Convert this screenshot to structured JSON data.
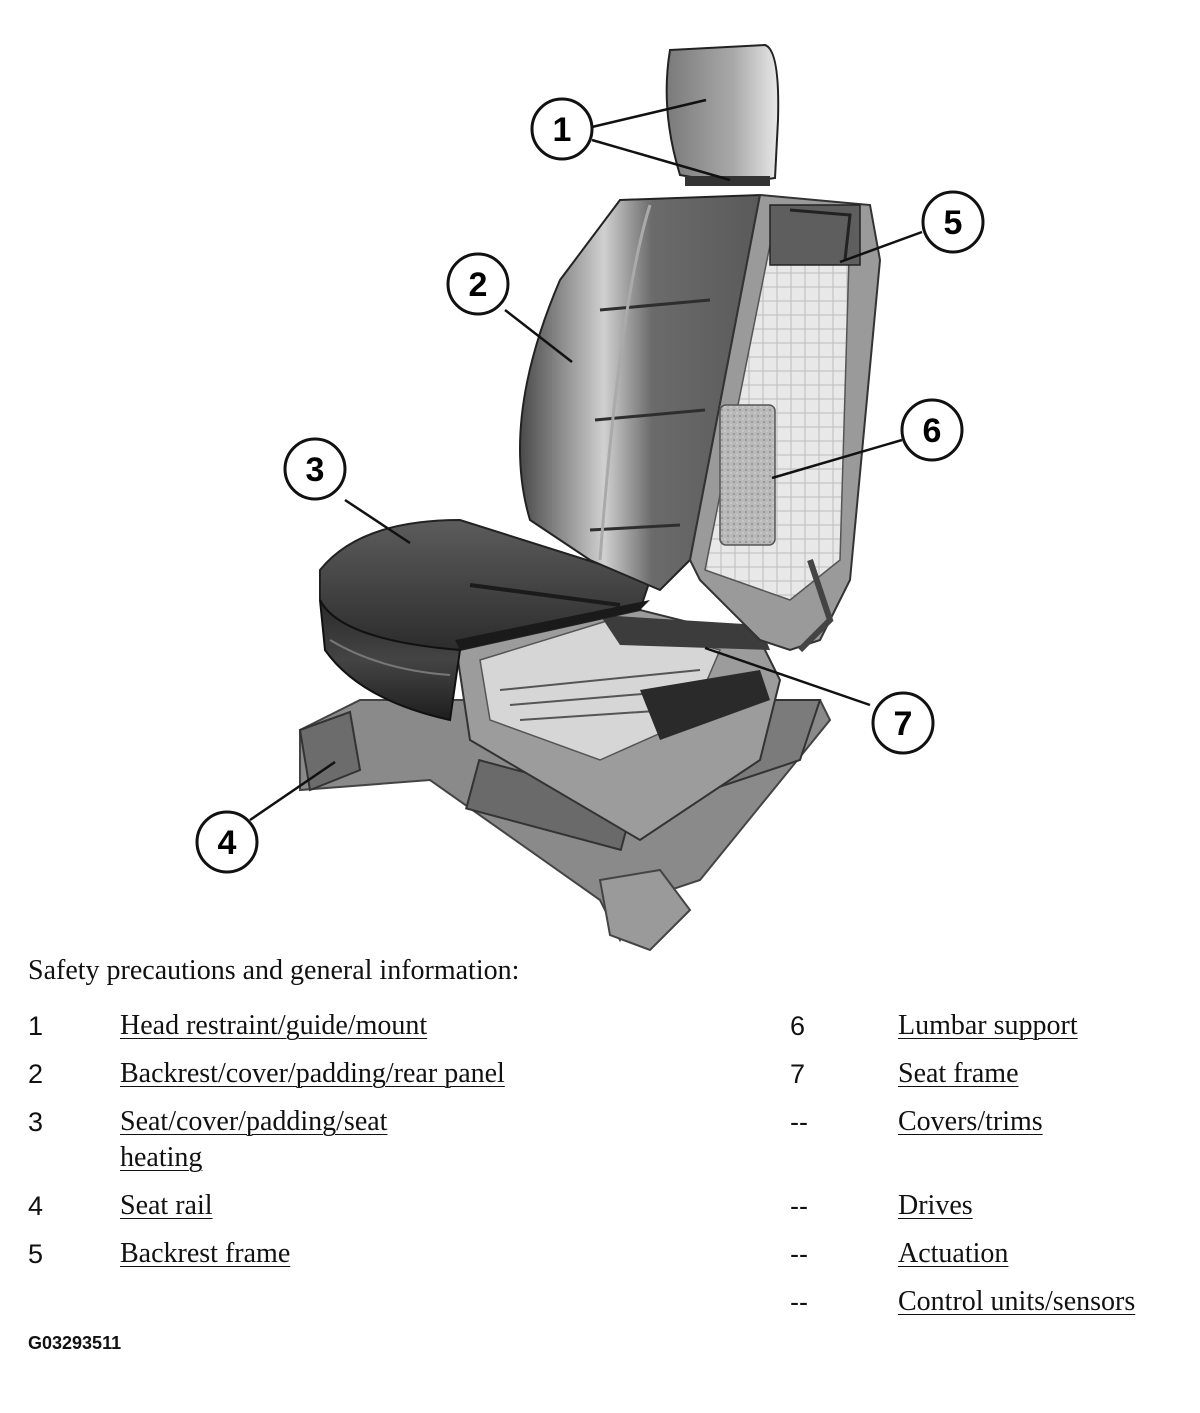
{
  "heading": "Safety precautions and general information:",
  "callouts": [
    "1",
    "2",
    "3",
    "4",
    "5",
    "6",
    "7"
  ],
  "legend_left": [
    {
      "num": "1",
      "label": "Head restraint/guide/mount"
    },
    {
      "num": "2",
      "label": "Backrest/cover/padding/rear panel"
    },
    {
      "num": "3",
      "label_line1": "Seat/cover/padding/seat",
      "label_line2": "heating"
    },
    {
      "num": "4",
      "label": "Seat rail"
    },
    {
      "num": "5",
      "label": "Backrest frame"
    }
  ],
  "legend_right": [
    {
      "num": "6",
      "label": "Lumbar support"
    },
    {
      "num": "7",
      "label": "Seat frame"
    },
    {
      "num": "--",
      "label": "Covers/trims"
    },
    {
      "num": "--",
      "label": "Drives"
    },
    {
      "num": "--",
      "label": "Actuation"
    },
    {
      "num": "--",
      "label": "Control units/sensors"
    }
  ],
  "figure_id": "G03293511"
}
